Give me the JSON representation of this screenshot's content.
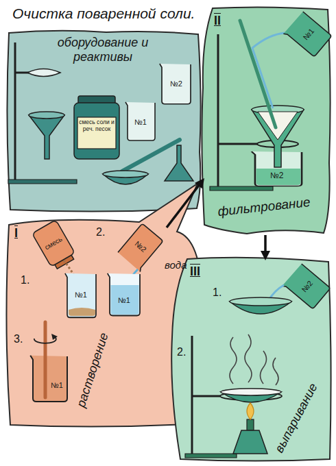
{
  "diagram": {
    "title": "Очистка поваренной соли.",
    "nodes": [
      {
        "text": [
          "оборудование и реактивы"
        ]
      },
      {
        "text": [
          "I",
          "растворение"
        ]
      },
      {
        "text": [
          "II",
          "фильтрование"
        ]
      },
      {
        "text": [
          "III",
          "выпаривание"
        ]
      }
    ],
    "edges": [
      {
        "from": 1,
        "to": 2,
        "arrow": "to"
      },
      {
        "from": 2,
        "to": 3,
        "arrow": "to"
      }
    ],
    "labels": [
      "смесь соли и реч. песок",
      "№1",
      "№2",
      "№1",
      "№2",
      "1.",
      "смесь",
      "№1",
      "2.",
      "№2",
      "вода",
      "№1",
      "3.",
      "№1",
      "1.",
      "№2",
      "2."
    ]
  }
}
